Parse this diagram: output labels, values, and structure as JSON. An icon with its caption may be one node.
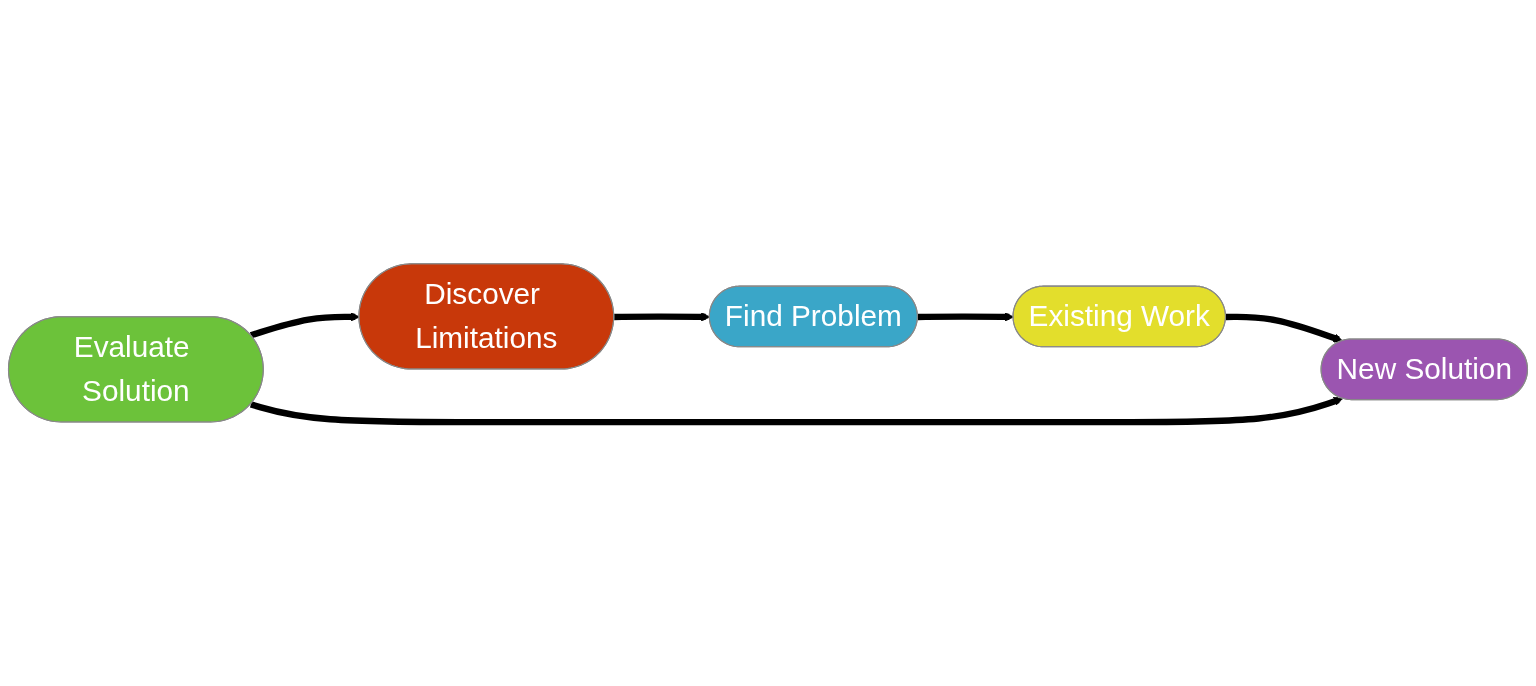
{
  "diagram": {
    "nodes": [
      {
        "text": [
          "Find Problem"
        ]
      },
      {
        "text": [
          "Existing Work"
        ]
      },
      {
        "text": [
          "New Solution"
        ]
      },
      {
        "text": [
          "Evaluate Solution"
        ]
      },
      {
        "text": [
          "Discover Limitations"
        ]
      }
    ],
    "edges": [
      {
        "from": 0,
        "to": 1,
        "arrow": "to"
      },
      {
        "from": 1,
        "to": 2,
        "arrow": "to"
      },
      {
        "from": 3,
        "to": 2,
        "arrow": "to"
      },
      {
        "from": 3,
        "to": 4,
        "arrow": "to"
      },
      {
        "from": 4,
        "to": 0,
        "arrow": "to"
      }
    ]
  }
}
